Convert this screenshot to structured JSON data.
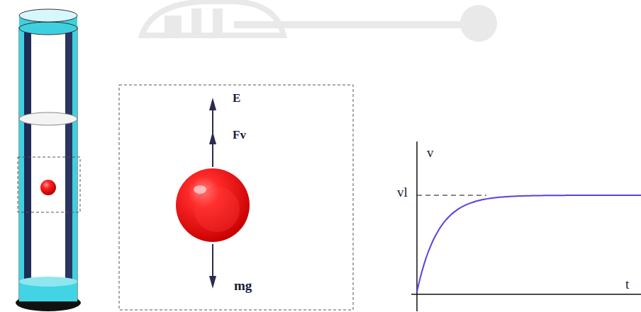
{
  "diagram": {
    "labels": [
      "E",
      "Fv",
      "mg",
      "v",
      "vl",
      "t"
    ]
  }
}
